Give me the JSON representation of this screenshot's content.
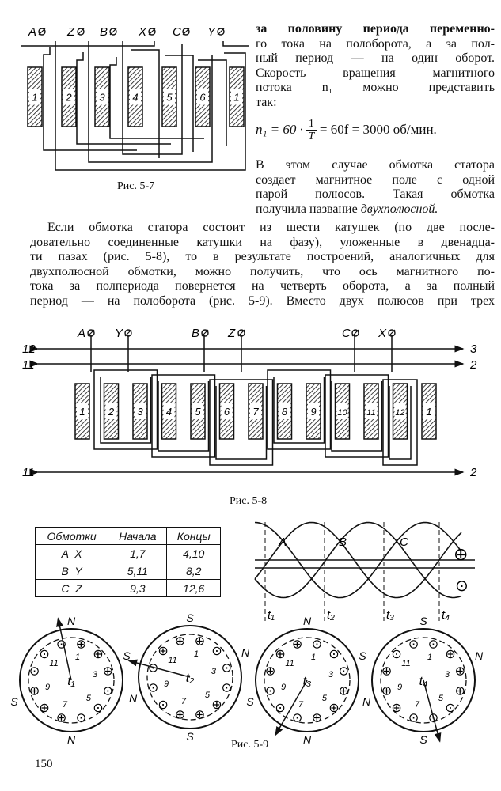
{
  "right_column": {
    "lines": [
      "за половину периода переменно-",
      "го тока на полоборота, а за пол-",
      "ный период — на один оборот.",
      "Скорость вращения магнитного",
      "потока n₁ можно представить",
      "так:"
    ],
    "formula": "n₁ = 60 · 1/T = 60f = 3000 об/мин.",
    "formula_parts": {
      "lhs": "n₁ = 60 ·",
      "num": "1",
      "den": "T",
      "rhs": "= 60f = 3000 об/мин."
    },
    "para2": [
      "В этом случае обмотка статора",
      "создает магнитное поле с одной",
      "парой полюсов. Такая обмотка"
    ],
    "para2_last": "получила название ",
    "para2_em": "двухполюсной."
  },
  "main_paragraph": [
    "Если обмотка статора состоит из шести катушек (по две после-",
    "довательно соединенные катушки на фазу), уложенные в двенадца-",
    "ти пазах (рис. 5-8), то в результате построений, аналогичных для",
    "двухполюсной обмотки, можно получить, что ось магнитного по-",
    "тока за полпериода повернется на четверть оборота, а за полный",
    "период — на полоборота (рис. 5-9). Вместо двух полюсов при трех"
  ],
  "fig57": {
    "caption": "Рис. 5-7",
    "terminals": [
      "A",
      "Z",
      "B",
      "X",
      "C",
      "Y"
    ],
    "slots": [
      "1",
      "2",
      "3",
      "4",
      "5",
      "6",
      "1"
    ]
  },
  "fig58": {
    "caption": "Рис. 5-8",
    "terminals": [
      "A",
      "Y",
      "B",
      "Z",
      "C",
      "X"
    ],
    "slots": [
      "1",
      "2",
      "3",
      "4",
      "5",
      "6",
      "7",
      "8",
      "9",
      "10",
      "11",
      "12",
      "1"
    ],
    "left_labels": [
      "12",
      "11",
      "11"
    ],
    "right_labels": [
      "3",
      "2",
      "2"
    ]
  },
  "fig59": {
    "caption": "Рис. 5-9",
    "table": {
      "headers": [
        "Обмотки",
        "Начала",
        "Концы"
      ],
      "rows": [
        [
          "A  X",
          "1,7",
          "4,10"
        ],
        [
          "B  Y",
          "5,11",
          "8,2"
        ],
        [
          "C  Z",
          "9,3",
          "12,6"
        ]
      ]
    },
    "wave_labels": [
      "A",
      "B",
      "C"
    ],
    "time_labels": [
      "t₁",
      "t₂",
      "t₃",
      "t₄"
    ],
    "symbols": [
      "⊕",
      "⊙"
    ],
    "circles": [
      {
        "t": "t₁",
        "poles": [
          "N",
          "S",
          "N",
          "S"
        ],
        "cond": [
          "⊕",
          "⊕",
          "⊕",
          "⊙",
          "⊙",
          "⊙",
          "⊕",
          "⊕",
          "⊕",
          "⊙",
          "⊙",
          "⊙"
        ],
        "axis_deg": -12
      },
      {
        "t": "t₂",
        "poles": [
          "S",
          "N",
          "S",
          "N"
        ],
        "cond": [
          "⊕",
          "⊙",
          "⊙",
          "⊙",
          "⊕",
          "⊕",
          "⊕",
          "⊙",
          "⊙",
          "⊙",
          "⊕",
          "⊕"
        ],
        "axis_deg": -75
      },
      {
        "t": "t₃",
        "poles": [
          "N",
          "S",
          "N",
          "S"
        ],
        "cond": [
          "⊙",
          "⊙",
          "⊙",
          "⊕",
          "⊕",
          "⊕",
          "⊙",
          "⊙",
          "⊙",
          "⊕",
          "⊕",
          "⊕"
        ],
        "axis_deg": 210
      },
      {
        "t": "t₄",
        "poles": [
          "S",
          "N",
          "S",
          "N"
        ],
        "cond": [
          "⊙",
          "⊕",
          "⊕",
          "⊕",
          "⊙",
          "⊙",
          "⊙",
          "⊕",
          "⊕",
          "⊕",
          "⊙",
          "⊙"
        ],
        "axis_deg": 165
      }
    ],
    "slot_numbers": [
      "1",
      "3",
      "5",
      "7",
      "9",
      "11"
    ]
  },
  "page_number": "150"
}
